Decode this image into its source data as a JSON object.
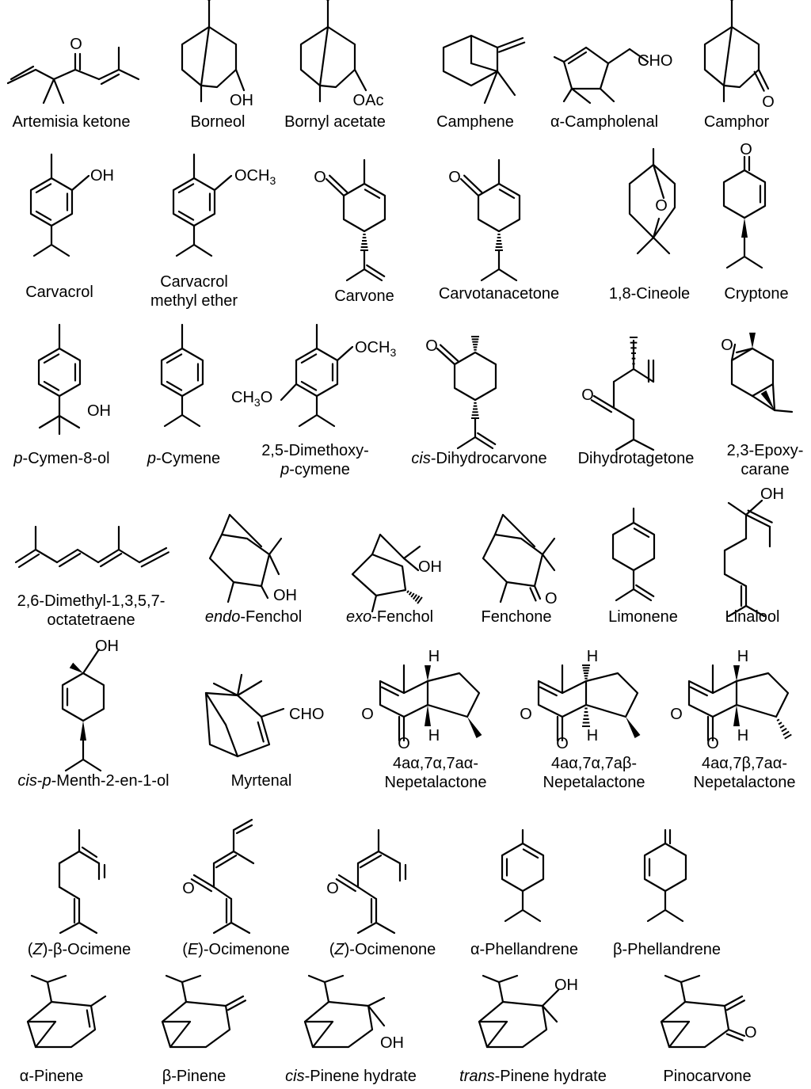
{
  "compounds": [
    {
      "id": "artemisia-ketone",
      "label": [
        "Artemisia ketone"
      ],
      "atoms": [
        "O"
      ]
    },
    {
      "id": "borneol",
      "label": [
        "Borneol"
      ],
      "atoms": [
        "OH"
      ]
    },
    {
      "id": "bornyl-acetate",
      "label": [
        "Bornyl acetate"
      ],
      "atoms": [
        "OAc"
      ]
    },
    {
      "id": "camphene",
      "label": [
        "Camphene"
      ],
      "atoms": []
    },
    {
      "id": "alpha-campholenal",
      "label": [
        "α-Campholenal"
      ],
      "atoms": [
        "CHO"
      ]
    },
    {
      "id": "camphor",
      "label": [
        "Camphor"
      ],
      "atoms": [
        "O"
      ]
    },
    {
      "id": "carvacrol",
      "label": [
        "Carvacrol"
      ],
      "atoms": [
        "OH"
      ]
    },
    {
      "id": "carvacrol-methyl-ether",
      "label": [
        "Carvacrol",
        "methyl ether"
      ],
      "atoms": [
        "OCH3"
      ]
    },
    {
      "id": "carvone",
      "label": [
        "Carvone"
      ],
      "atoms": [
        "O"
      ]
    },
    {
      "id": "carvotanacetone",
      "label": [
        "Carvotanacetone"
      ],
      "atoms": [
        "O"
      ]
    },
    {
      "id": "cineole",
      "label": [
        "1,8-Cineole"
      ],
      "atoms": [
        "O"
      ]
    },
    {
      "id": "cryptone",
      "label": [
        "Cryptone"
      ],
      "atoms": [
        "O"
      ]
    },
    {
      "id": "p-cymen-8-ol",
      "label": [
        "p-Cymen-8-ol"
      ],
      "atoms": [
        "OH"
      ]
    },
    {
      "id": "p-cymene",
      "label": [
        "p-Cymene"
      ],
      "atoms": []
    },
    {
      "id": "dimethoxy-p-cymene",
      "label": [
        "2,5-Dimethoxy-",
        "p-cymene"
      ],
      "atoms": [
        "OCH3",
        "CH3O"
      ]
    },
    {
      "id": "cis-dihydrocarvone",
      "label": [
        "cis-Dihydrocarvone"
      ],
      "atoms": [
        "O"
      ]
    },
    {
      "id": "dihydrotagetone",
      "label": [
        "Dihydrotagetone"
      ],
      "atoms": [
        "O"
      ]
    },
    {
      "id": "epoxycarane",
      "label": [
        "2,3-Epoxy-",
        "carane"
      ],
      "atoms": [
        "O"
      ]
    },
    {
      "id": "dimethyl-octatetraene",
      "label": [
        "2,6-Dimethyl-1,3,5,7-",
        "octatetraene"
      ],
      "atoms": []
    },
    {
      "id": "endo-fenchol",
      "label": [
        "endo-Fenchol"
      ],
      "atoms": [
        "OH"
      ]
    },
    {
      "id": "exo-fenchol",
      "label": [
        "exo-Fenchol"
      ],
      "atoms": [
        "OH"
      ]
    },
    {
      "id": "fenchone",
      "label": [
        "Fenchone"
      ],
      "atoms": [
        "O"
      ]
    },
    {
      "id": "limonene",
      "label": [
        "Limonene"
      ],
      "atoms": []
    },
    {
      "id": "linalool",
      "label": [
        "Linalool"
      ],
      "atoms": [
        "OH"
      ]
    },
    {
      "id": "cis-p-menth-2-en-1-ol",
      "label": [
        "cis-p-Menth-2-en-1-ol"
      ],
      "atoms": [
        "OH"
      ]
    },
    {
      "id": "myrtenal",
      "label": [
        "Myrtenal"
      ],
      "atoms": [
        "CHO"
      ]
    },
    {
      "id": "nepetalactone-a",
      "label": [
        "4aα,7α,7aα-",
        "Nepetalactone"
      ],
      "atoms": [
        "H",
        "H",
        "O",
        "O"
      ]
    },
    {
      "id": "nepetalactone-b",
      "label": [
        "4aα,7α,7aβ-",
        "Nepetalactone"
      ],
      "atoms": [
        "H",
        "H",
        "O",
        "O"
      ]
    },
    {
      "id": "nepetalactone-c",
      "label": [
        "4aα,7β,7aα-",
        "Nepetalactone"
      ],
      "atoms": [
        "H",
        "H",
        "O",
        "O"
      ]
    },
    {
      "id": "z-beta-ocimene",
      "label": [
        "(Z)-β-Ocimene"
      ],
      "atoms": []
    },
    {
      "id": "e-ocimenone",
      "label": [
        "(E)-Ocimenone"
      ],
      "atoms": [
        "O"
      ]
    },
    {
      "id": "z-ocimenone",
      "label": [
        "(Z)-Ocimenone"
      ],
      "atoms": [
        "O"
      ]
    },
    {
      "id": "alpha-phellandrene",
      "label": [
        "α-Phellandrene"
      ],
      "atoms": []
    },
    {
      "id": "beta-phellandrene",
      "label": [
        "β-Phellandrene"
      ],
      "atoms": []
    },
    {
      "id": "alpha-pinene",
      "label": [
        "α-Pinene"
      ],
      "atoms": []
    },
    {
      "id": "beta-pinene",
      "label": [
        "β-Pinene"
      ],
      "atoms": []
    },
    {
      "id": "cis-pinene-hydrate",
      "label": [
        "cis-Pinene hydrate"
      ],
      "atoms": [
        "OH"
      ]
    },
    {
      "id": "trans-pinene-hydrate",
      "label": [
        "trans-Pinene hydrate"
      ],
      "atoms": [
        "OH"
      ]
    },
    {
      "id": "pinocarvone",
      "label": [
        "Pinocarvone"
      ],
      "atoms": [
        "O"
      ]
    }
  ]
}
